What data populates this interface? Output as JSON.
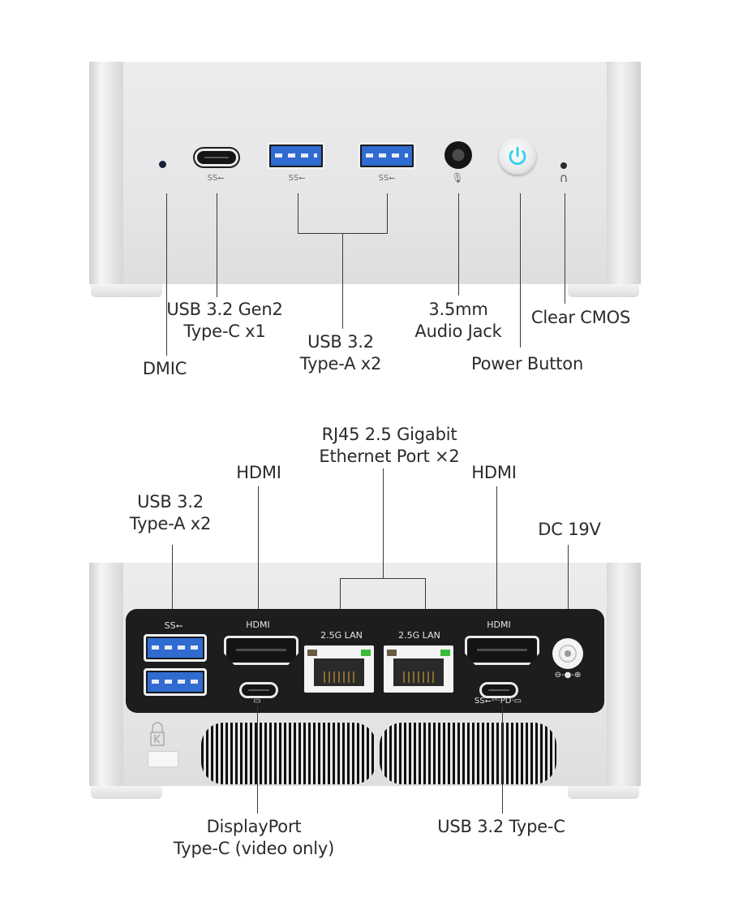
{
  "front_view": {
    "labels": {
      "dmic": "DMIC",
      "usb_c": [
        "USB 3.2 Gen2",
        "Type-C x1"
      ],
      "usb_a": [
        "USB 3.2",
        "Type-A x2"
      ],
      "audio": [
        "3.5mm",
        "Audio Jack"
      ],
      "power": "Power Button",
      "cmos": "Clear CMOS"
    },
    "port_marks": {
      "ss_usb": "SS⭠",
      "audio_symbol": "headset-mic",
      "cmos_symbol": "∩"
    },
    "colors": {
      "power_glow": "#2fd3e8",
      "usb_blue": "#2f6bd1"
    }
  },
  "rear_view": {
    "labels": {
      "usb_a": [
        "USB 3.2",
        "Type-A x2"
      ],
      "hdmi_left": "HDMI",
      "rj45": [
        "RJ45 2.5 Gigabit",
        "Ethernet Port ×2"
      ],
      "hdmi_right": "HDMI",
      "dc": "DC 19V",
      "displayport": [
        "DisplayPort",
        "Type-C (video only)"
      ],
      "usb_c": "USB 3.2 Type-C"
    },
    "panel_marks": {
      "ss": "SS⭠",
      "hdmi_left": "HDMI",
      "lan_1": "2.5G LAN",
      "lan_2": "2.5G LAN",
      "hdmi_right": "HDMI",
      "dc_polarity": "⊖-●-⊕",
      "usbc_marks": "SS⭠¹⁰·PD·▭",
      "dp_mark": "▭"
    },
    "colors": {
      "lan_led_green": "#3bbd3b",
      "lan_led_amber": "#6b5a44"
    }
  }
}
